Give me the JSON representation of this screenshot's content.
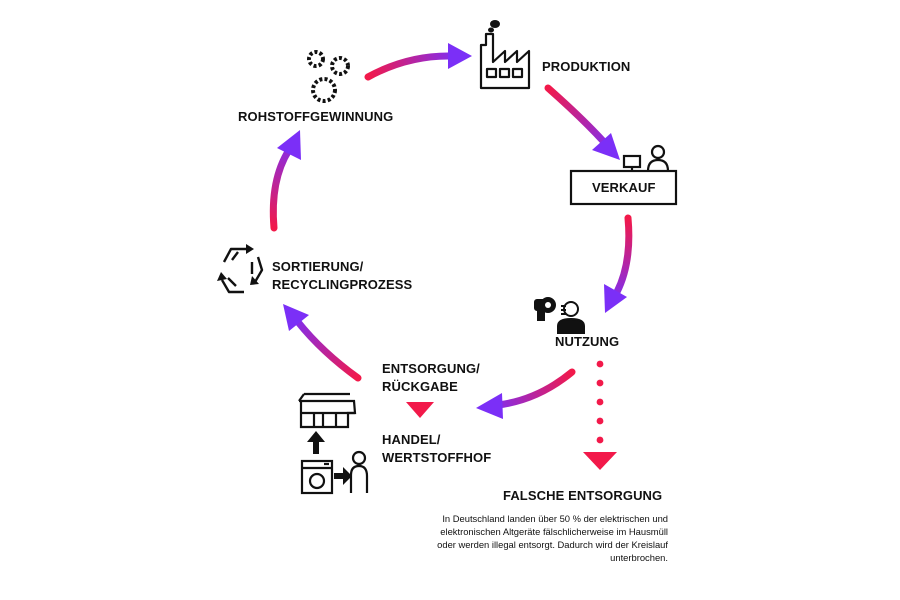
{
  "labels": {
    "rohstoff": "ROHSTOFFGEWINNUNG",
    "produktion": "PRODUKTION",
    "verkauf": "VERKAUF",
    "nutzung": "NUTZUNG",
    "entsorgung_1": "ENTSORGUNG/",
    "entsorgung_2": "RÜCKGABE",
    "handel_1": "HANDEL/",
    "handel_2": "WERTSTOFFHOF",
    "sortierung_1": "SORTIERUNG/",
    "sortierung_2": "RECYCLINGPROZESS",
    "falsche": "FALSCHE ENTSORGUNG"
  },
  "note_lines": [
    "In Deutschland landen über 50 % der elektrischen und",
    "elektronischen Altgeräte fälschlicherweise im Hausmüll",
    "oder werden illegal entsorgt. Dadurch wird der Kreislauf",
    "unterbrochen."
  ],
  "colors": {
    "gradient_start": "#f2194a",
    "gradient_end": "#7b2ff7",
    "marker": "#f2194a",
    "ink": "#111111"
  },
  "icons": [
    "gears-icon",
    "factory-icon",
    "counter-icon",
    "hairdryer-icon",
    "store-icon",
    "washing-machine-icon",
    "recycle-icon"
  ]
}
